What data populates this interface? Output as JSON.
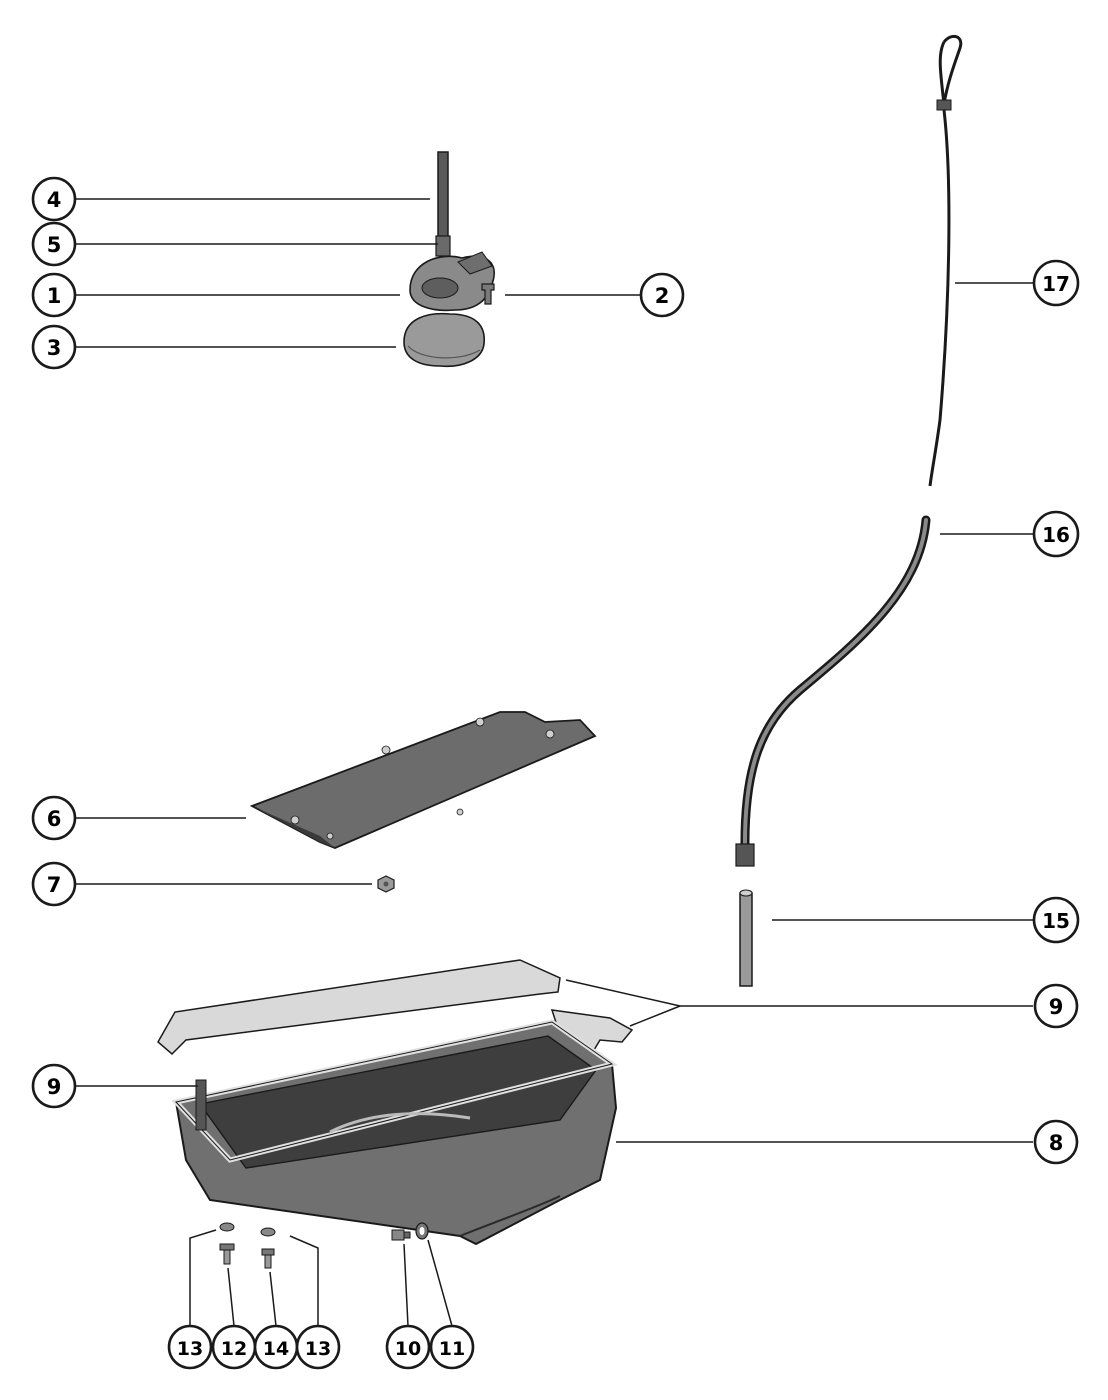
{
  "callouts": [
    {
      "id": "c4",
      "number": "4"
    },
    {
      "id": "c5",
      "number": "5"
    },
    {
      "id": "c1",
      "number": "1"
    },
    {
      "id": "c3",
      "number": "3"
    },
    {
      "id": "c2",
      "number": "2"
    },
    {
      "id": "c17",
      "number": "17"
    },
    {
      "id": "c16",
      "number": "16"
    },
    {
      "id": "c6",
      "number": "6"
    },
    {
      "id": "c7",
      "number": "7"
    },
    {
      "id": "c15",
      "number": "15"
    },
    {
      "id": "c9a",
      "number": "9"
    },
    {
      "id": "c9b",
      "number": "9"
    },
    {
      "id": "c8",
      "number": "8"
    },
    {
      "id": "c13a",
      "number": "13"
    },
    {
      "id": "c12",
      "number": "12"
    },
    {
      "id": "c14",
      "number": "14"
    },
    {
      "id": "c13b",
      "number": "13"
    },
    {
      "id": "c10",
      "number": "10"
    },
    {
      "id": "c11",
      "number": "11"
    }
  ],
  "colors": {
    "ink": "#1a1a1a",
    "part_dark": "#3a3a3a",
    "part_mid": "#7a7a7a",
    "part_light": "#bdbdbd",
    "gasket": "#d9d9d9"
  }
}
